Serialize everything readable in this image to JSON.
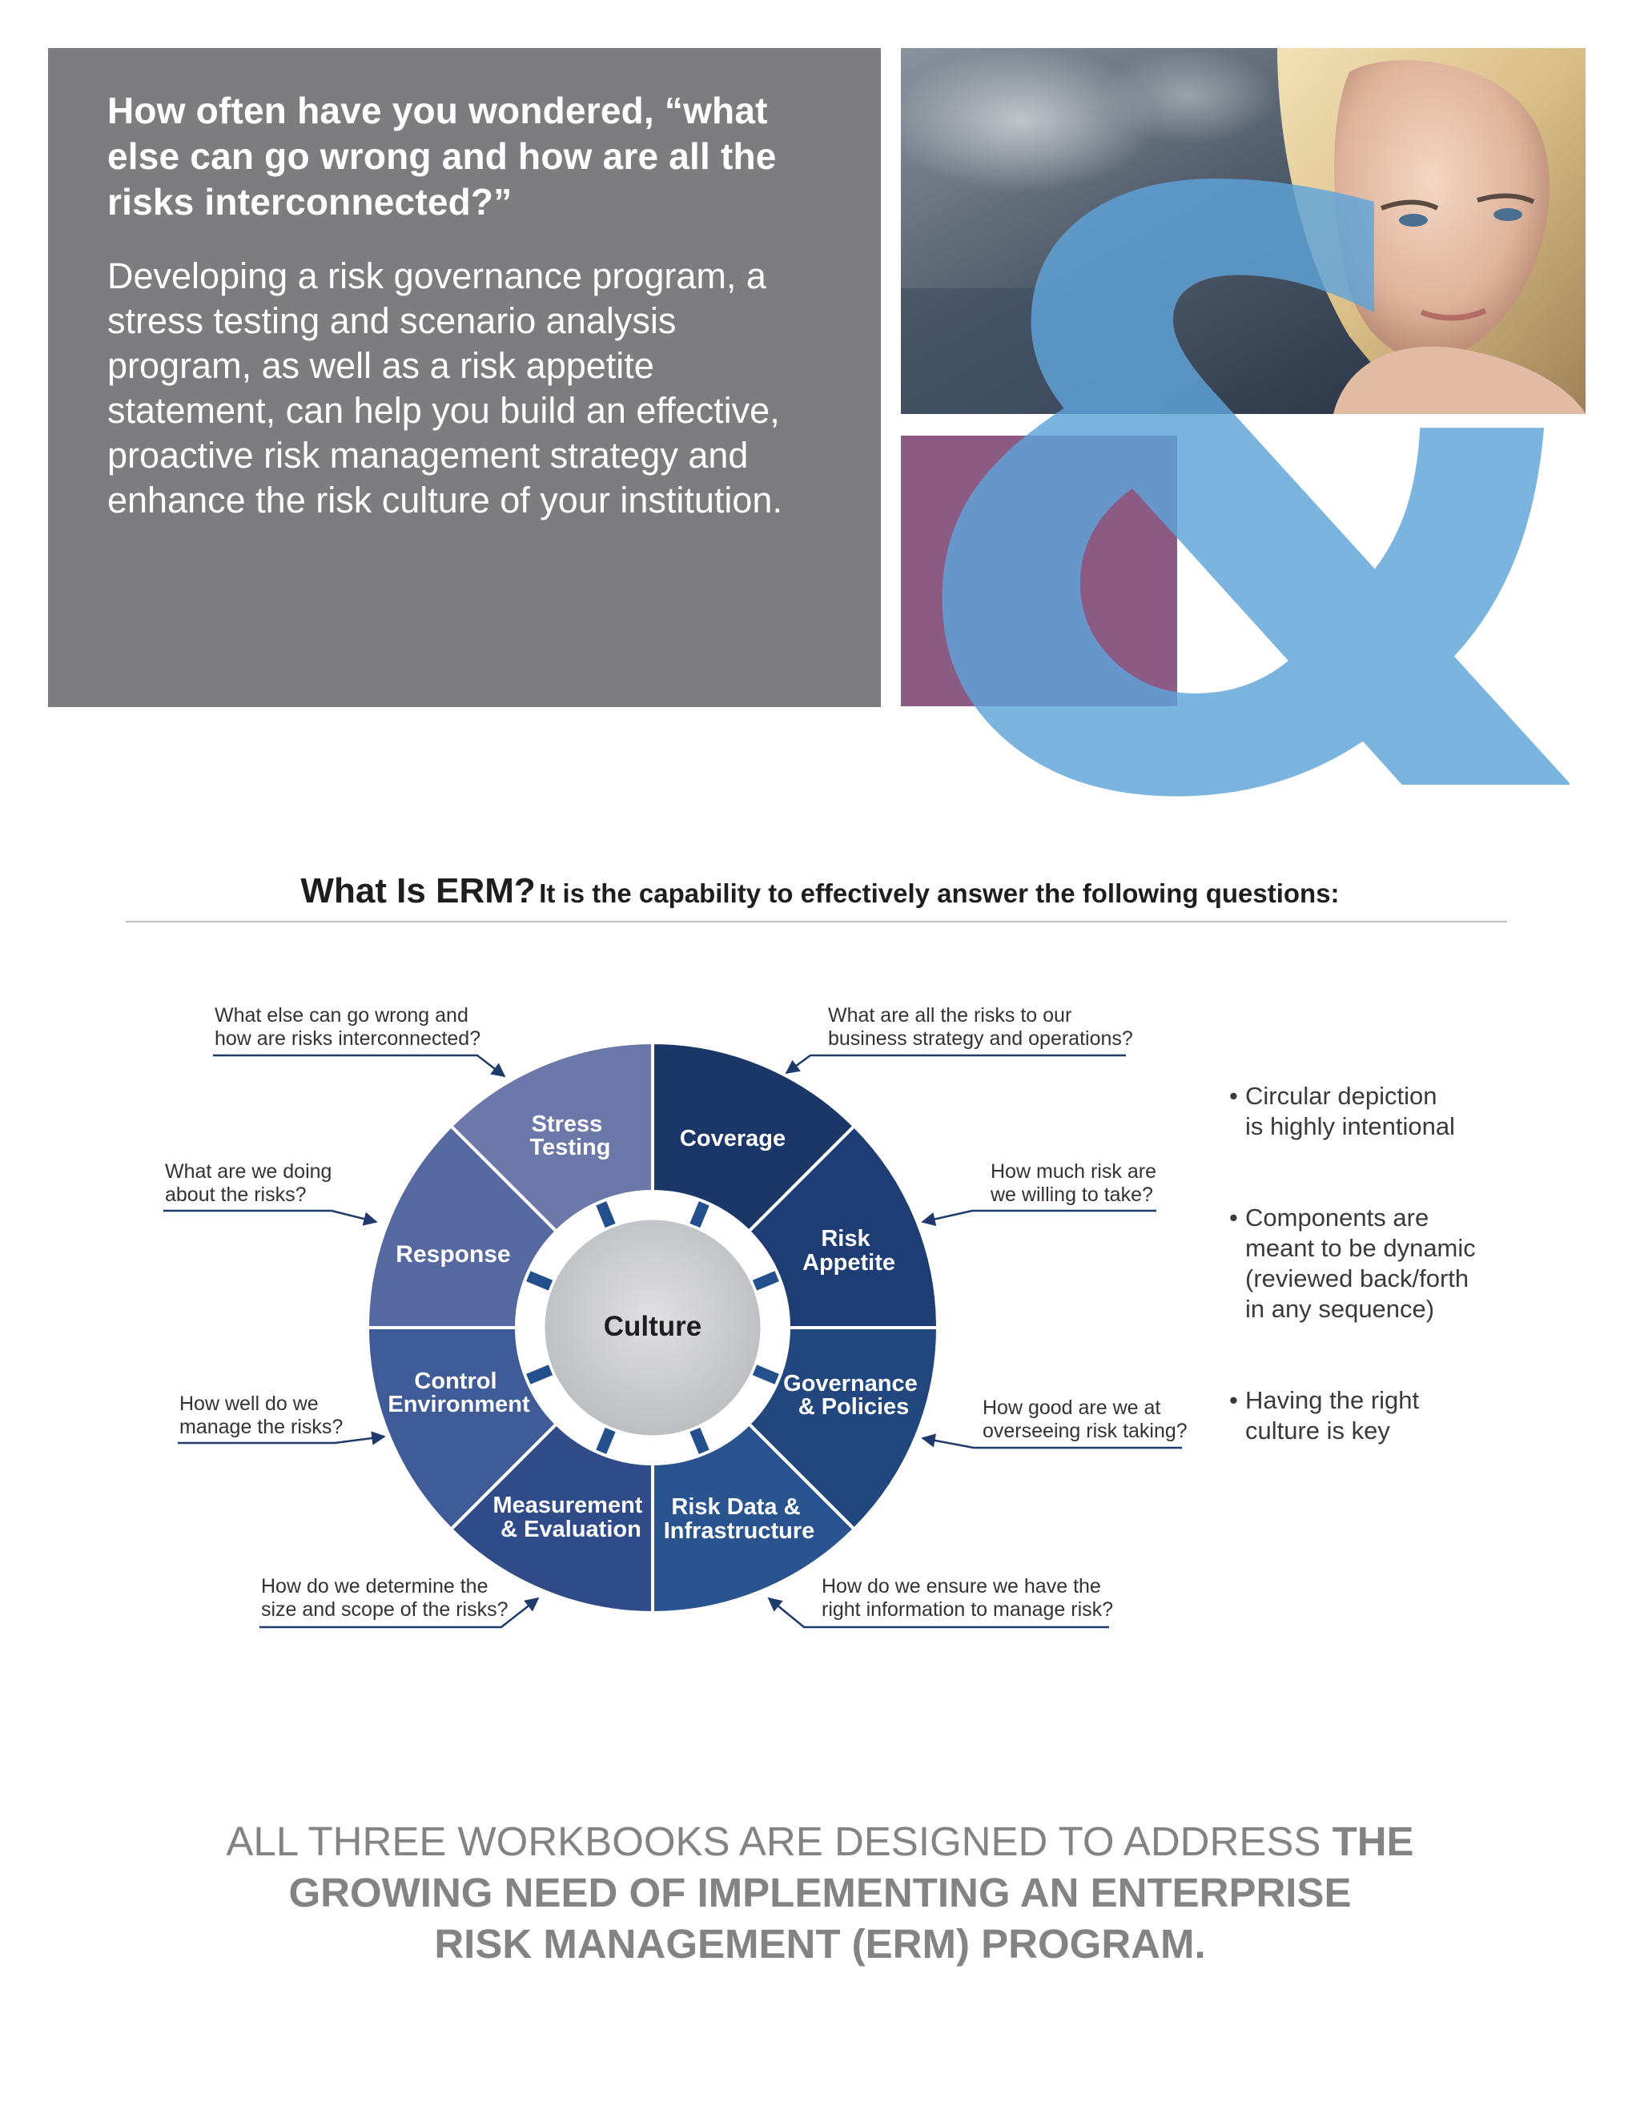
{
  "hero": {
    "question": "How often have you wondered, “what else can go wrong and how are all the risks interconnected?”",
    "body": "Developing a risk governance program, a stress testing and scenario analysis program, as well as a risk appetite statement, can help you build an effective, proactive risk management strategy and enhance the risk culture of your institution."
  },
  "graphic": {
    "ampersand": "&",
    "colors": {
      "gray": "#7d7d80",
      "purple": "#8c5b83",
      "blue": "#5fa3d9"
    }
  },
  "erm": {
    "title": "What Is ERM?",
    "subtitle": "It is the capability to effectively answer the following questions:",
    "center": "Culture",
    "segments": [
      {
        "line1": "Stress",
        "line2": "Testing",
        "color": "#6b78a9"
      },
      {
        "line1": "Coverage",
        "line2": "",
        "color": "#1b3767"
      },
      {
        "line1": "Risk",
        "line2": "Appetite",
        "color": "#1d3d74"
      },
      {
        "line1": "Governance",
        "line2": "& Policies",
        "color": "#22477f"
      },
      {
        "line1": "Risk Data &",
        "line2": "Infrastructure",
        "color": "#2a548f"
      },
      {
        "line1": "Measurement",
        "line2": "& Evaluation",
        "color": "#2f4c89"
      },
      {
        "line1": "Control",
        "line2": "Environment",
        "color": "#405c98"
      },
      {
        "line1": "Response",
        "line2": "",
        "color": "#5568a0"
      }
    ],
    "questions": [
      {
        "line1": "What else can go wrong and",
        "line2": "how are risks interconnected?"
      },
      {
        "line1": "What are all the risks to our",
        "line2": "business strategy and operations?"
      },
      {
        "line1": "How much risk are",
        "line2": "we willing to take?"
      },
      {
        "line1": "How good are we at",
        "line2": "overseeing risk taking?"
      },
      {
        "line1": "How do we ensure we have the",
        "line2": "right information to manage risk?"
      },
      {
        "line1": "How do we determine the",
        "line2": "size and scope of the risks?"
      },
      {
        "line1": "How well do we",
        "line2": "manage the risks?"
      },
      {
        "line1": "What are we doing",
        "line2": "about the risks?"
      }
    ],
    "bullets": [
      {
        "line1": "Circular depiction",
        "line2": "is highly intentional"
      },
      {
        "line1": "Components are",
        "line2": "meant to be dynamic",
        "line3": "(reviewed back/forth",
        "line4": "in any sequence)"
      },
      {
        "line1": "Having the right",
        "line2": "culture is key"
      }
    ]
  },
  "tagline": {
    "regular": "ALL THREE WORKBOOKS ARE DESIGNED TO ADDRESS",
    "bold1": "THE",
    "bold2": "GROWING NEED OF IMPLEMENTING AN ENTERPRISE",
    "bold3": "RISK MANAGEMENT (ERM) PROGRAM."
  }
}
